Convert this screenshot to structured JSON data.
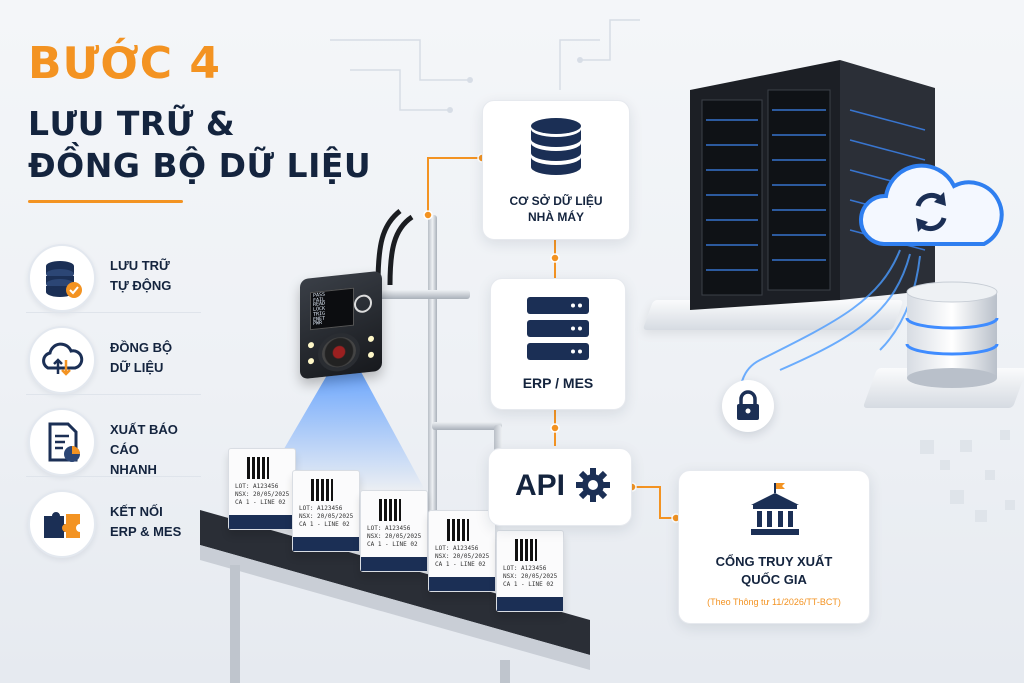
{
  "header": {
    "step": "BƯỚC 4",
    "title_line1": "LƯU TRỮ &",
    "title_line2": "ĐỒNG BỘ DỮ LIỆU"
  },
  "features": [
    {
      "line1": "LƯU TRỮ",
      "line2": "TỰ ĐỘNG",
      "icon": "database-check-icon"
    },
    {
      "line1": "ĐỒNG BỘ",
      "line2": "DỮ LIỆU",
      "icon": "cloud-sync-icon"
    },
    {
      "line1": "XUẤT BÁO CÁO",
      "line2": "NHANH",
      "icon": "report-chart-icon"
    },
    {
      "line1": "KẾT NỐI",
      "line2": "ERP & MES",
      "icon": "puzzle-icon"
    }
  ],
  "flow": {
    "db": {
      "line1": "CƠ SỞ DỮ LIỆU",
      "line2": "NHÀ MÁY",
      "icon": "database-icon"
    },
    "erp": {
      "label": "ERP / MES",
      "icon": "server-icon"
    },
    "api": {
      "label": "API",
      "icon": "gear-icon"
    },
    "portal": {
      "line1": "CỔNG TRUY XUẤT",
      "line2": "QUỐC GIA",
      "note": "(Theo Thông tư 11/2026/TT-BCT)",
      "icon": "government-building-icon"
    }
  },
  "camera": {
    "screen_lines": [
      "PASS",
      "FAIL",
      "READ",
      "LOCK",
      "TRIG",
      "ENET",
      "PWR"
    ]
  },
  "boxes": [
    {
      "lot": "LOT: A123456",
      "nsx": "NSX: 20/05/2025",
      "ca": "CA 1 - LINE 02"
    },
    {
      "lot": "LOT: A123456",
      "nsx": "NSX: 20/05/2025",
      "ca": "CA 1 - LINE 02"
    },
    {
      "lot": "LOT: A123456",
      "nsx": "NSX: 20/05/2025",
      "ca": "CA 1 - LINE 02"
    },
    {
      "lot": "LOT: A123456",
      "nsx": "NSX: 20/05/2025",
      "ca": "CA 1 - LINE 02"
    },
    {
      "lot": "LOT: A123456",
      "nsx": "NSX: 20/05/2025",
      "ca": "CA 1 - LINE 02"
    }
  ],
  "colors": {
    "accent": "#f39322",
    "navy": "#14243e",
    "blue": "#1f6fd6"
  }
}
